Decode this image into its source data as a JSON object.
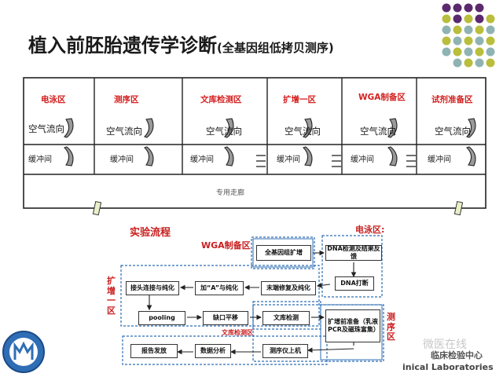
{
  "title": {
    "main": "植入前胚胎遗传学诊断",
    "sub": "(全基因组低拷贝测序)"
  },
  "floorplan": {
    "zones": [
      "电泳区",
      "测序区",
      "文库检测区",
      "扩增一区",
      "WGA制备区",
      "试剂准备区"
    ],
    "airflow_label": "空气流向",
    "buffer_label": "缓冲间",
    "corridor_label": "专用走廊"
  },
  "workflow": {
    "title": "实验流程",
    "region_wga": "WGA制备区",
    "region_electrophoresis": "电泳区:",
    "region_amplification": "扩增一区",
    "region_sequencing": "测序区",
    "region_library": "文库检测区",
    "steps": {
      "wga": "全基因组扩增",
      "dna_check": "DNA检测及结果反馈",
      "dna_frag": "DNA打断",
      "end_repair": "末端修复及纯化",
      "add_a": "加“A”与纯化",
      "ligation": "接头连接与纯化",
      "pooling": "pooling",
      "gap_fill": "缺口平移",
      "lib_check": "文库检测",
      "amp_prep": "扩增前准备（乳液PCR及磁珠富集）",
      "sequencer": "测序仪上机",
      "analysis": "数据分析",
      "report": "报告发放"
    }
  },
  "watermark": {
    "text1": "微医在线",
    "text2": "临床检验中心",
    "text3": "inical Laboratories"
  },
  "colors": {
    "accent_purple": "#5b2a6e",
    "accent_olive": "#b9be3c",
    "accent_teal": "#8fb3b3",
    "zone_label_red": "#d42020",
    "flow_blue": "#2d6db5"
  }
}
